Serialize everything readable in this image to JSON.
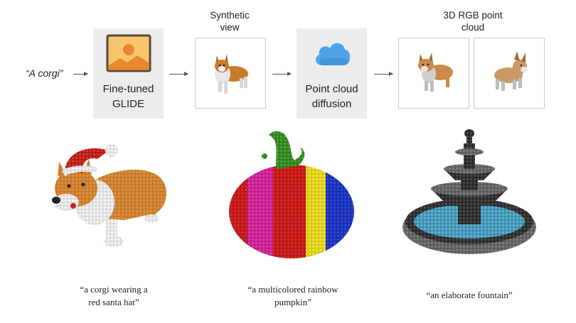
{
  "pipeline": {
    "prompt": "“A corgi”",
    "glide_label_line1": "Fine-tuned",
    "glide_label_line2": "GLIDE",
    "synthetic_view_title_line1": "Synthetic",
    "synthetic_view_title_line2": "view",
    "diffusion_label_line1": "Point cloud",
    "diffusion_label_line2": "diffusion",
    "point_cloud_title_line1": "3D RGB point",
    "point_cloud_title_line2": "cloud",
    "icons": [
      "image-icon",
      "corgi-render",
      "cloud-icon",
      "corgi-point-cloud-front",
      "corgi-point-cloud-side"
    ]
  },
  "examples": [
    {
      "caption_line1": "“a corgi wearing a",
      "caption_line2": "red santa hat”"
    },
    {
      "caption_line1": "“a multicolored rainbow",
      "caption_line2": "pumpkin”"
    },
    {
      "caption_line1": "“an elaborate fountain”",
      "caption_line2": ""
    }
  ],
  "colors": {
    "gray_box": "#ececec",
    "image_icon_bg": "#f6c56d",
    "cloud_blue": "#4fa3e6",
    "corgi_orange": "#c97a2a",
    "santa_red": "#c8201a",
    "pumpkin_stem": "#3f9a2c",
    "fountain_water": "#5aa6c6",
    "fountain_stone": "#3c3c3c"
  }
}
